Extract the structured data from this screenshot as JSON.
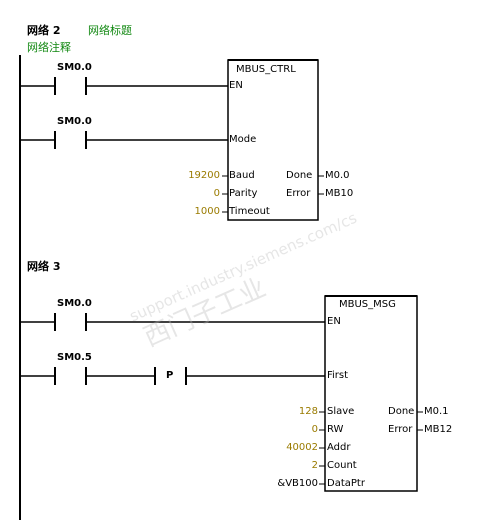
{
  "network2": {
    "header": "网络 2",
    "title": "网络标题",
    "comment": "网络注释",
    "contact1": "SM0.0",
    "contact2": "SM0.0",
    "block": {
      "name": "MBUS_CTRL",
      "pin_en": "EN",
      "pin_mode": "Mode",
      "pin_baud": "Baud",
      "pin_parity": "Parity",
      "pin_timeout": "Timeout",
      "pin_done": "Done",
      "pin_error": "Error",
      "baud_value": "19200",
      "parity_value": "0",
      "timeout_value": "1000",
      "done_value": "M0.0",
      "error_value": "MB10"
    }
  },
  "network3": {
    "header": "网络 3",
    "contact1": "SM0.0",
    "contact2": "SM0.5",
    "edge_label": "P",
    "block": {
      "name": "MBUS_MSG",
      "pin_en": "EN",
      "pin_first": "First",
      "pin_slave": "Slave",
      "pin_rw": "RW",
      "pin_addr": "Addr",
      "pin_count": "Count",
      "pin_dataptr": "DataPtr",
      "pin_done": "Done",
      "pin_error": "Error",
      "slave_value": "128",
      "rw_value": "0",
      "addr_value": "40002",
      "count_value": "2",
      "dataptr_value": "&VB100",
      "done_value": "M0.1",
      "error_value": "MB12"
    }
  },
  "watermark": {
    "line1": "西门子工业",
    "line2": "support.industry.siemens.com/cs"
  }
}
